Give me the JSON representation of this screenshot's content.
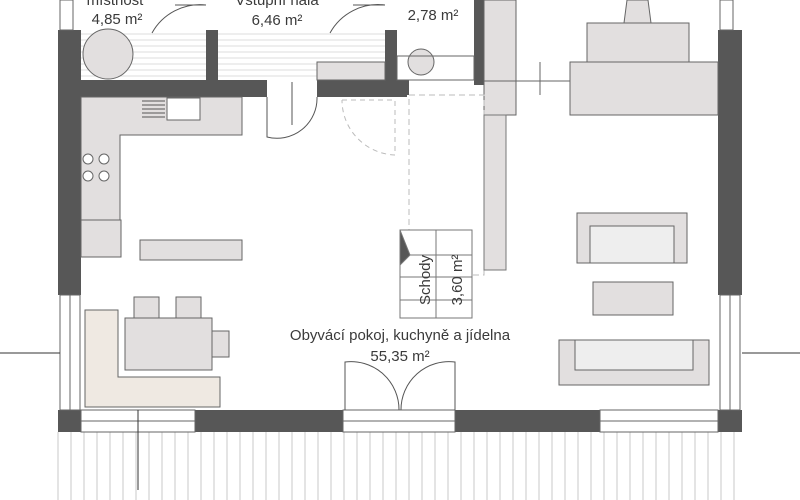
{
  "rooms": {
    "utility": {
      "name": "místnost",
      "area": "4,85 m²"
    },
    "hall": {
      "name": "Vstupní hala",
      "area": "6,46 m²"
    },
    "wc": {
      "area": "2,78 m²"
    },
    "stairs": {
      "name": "Schody",
      "area": "3,60 m²"
    },
    "living": {
      "name": "Obyvácí pokoj, kuchyně a jídelna",
      "area": "55,35 m²"
    }
  },
  "colors": {
    "wall": "#575757",
    "furniture": "#e2dfdf",
    "line": "#555555",
    "text": "#3a3a3a"
  }
}
